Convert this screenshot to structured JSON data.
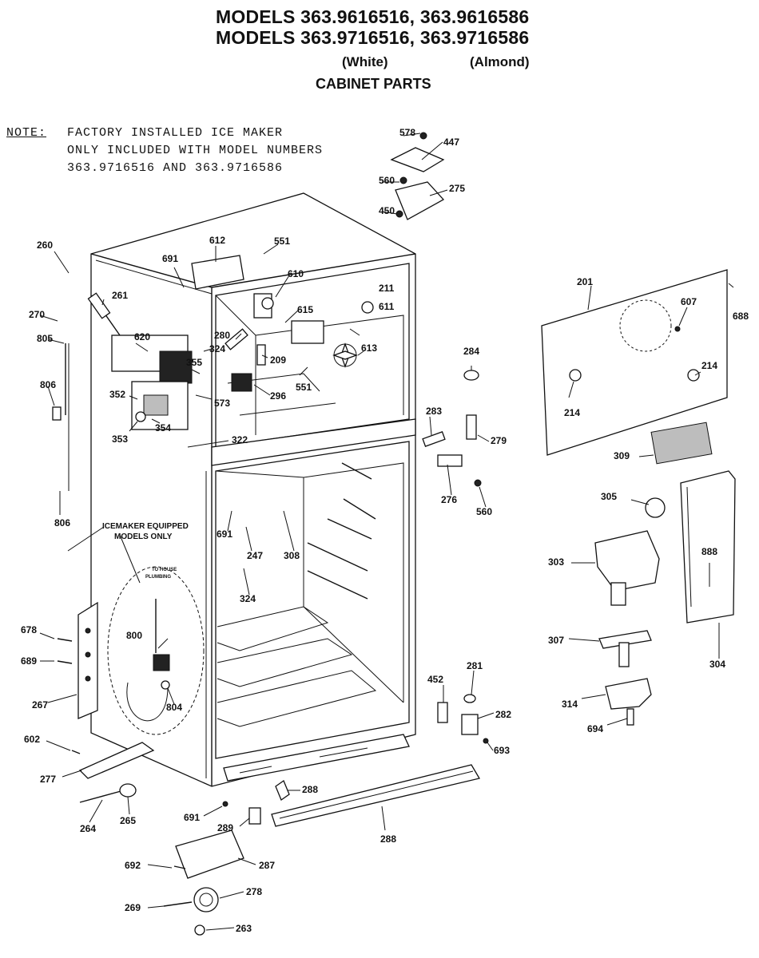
{
  "header": {
    "title_line1": "MODELS 363.9616516, 363.9616586",
    "title_line2": "MODELS 363.9716516, 363.9716586",
    "color1": "(White)",
    "color2": "(Almond)",
    "subtitle": "CABINET PARTS"
  },
  "note": {
    "label": "NOTE:",
    "line1": "FACTORY INSTALLED ICE MAKER",
    "line2": "ONLY INCLUDED WITH MODEL NUMBERS",
    "line3": "363.9716516 AND 363.9716586"
  },
  "callouts": {
    "icemaker_1": "ICEMAKER EQUIPPED",
    "icemaker_2": "MODELS ONLY",
    "plumbing_1": "TO HOUSE",
    "plumbing_2": "PLUMBING"
  },
  "part_labels": [
    "578",
    "447",
    "560",
    "275",
    "450",
    "260",
    "612",
    "551",
    "691",
    "610",
    "211",
    "261",
    "270",
    "615",
    "611",
    "607",
    "688",
    "201",
    "805",
    "620",
    "280",
    "324",
    "209",
    "613",
    "806",
    "352",
    "355",
    "573",
    "296",
    "551",
    "214",
    "214",
    "284",
    "353",
    "354",
    "322",
    "283",
    "279",
    "276",
    "560",
    "309",
    "305",
    "806",
    "691",
    "247",
    "308",
    "303",
    "888",
    "324",
    "800",
    "678",
    "689",
    "267",
    "804",
    "307",
    "304",
    "452",
    "281",
    "282",
    "314",
    "693",
    "694",
    "602",
    "277",
    "288",
    "264",
    "265",
    "691",
    "289",
    "288",
    "692",
    "287",
    "278",
    "269",
    "263"
  ]
}
